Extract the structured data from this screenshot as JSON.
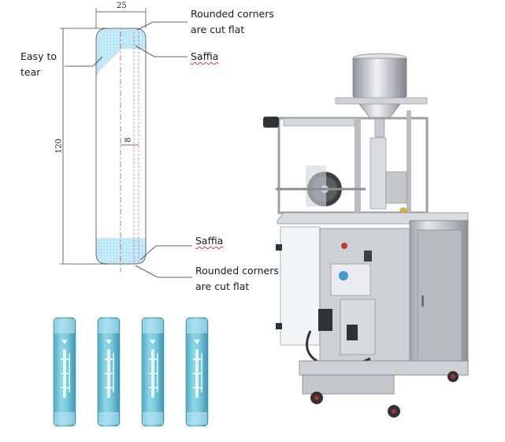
{
  "diagram": {
    "dimensions": {
      "width": "25",
      "height": "120",
      "seal_width": "8"
    },
    "callouts": {
      "top_corners_line1": "Rounded corners",
      "top_corners_line2": "are cut flat",
      "top_saffia": "Saffia",
      "easy_tear_line1": "Easy to",
      "easy_tear_line2": "tear",
      "bottom_saffia": "Saffia",
      "bottom_corners_line1": "Rounded corners",
      "bottom_corners_line2": "are cut flat"
    },
    "sachet_count": 4,
    "colors": {
      "seal_fill": "#bfe8f4",
      "sachet_blue": "#6fc3d9",
      "guide_line": "#d04a4a",
      "seam_line": "#c86ad6",
      "machine_steel": "#c9ccd0"
    },
    "icons": [
      "stick-pack-outline",
      "stick-pack-sachet",
      "packing-machine"
    ]
  }
}
